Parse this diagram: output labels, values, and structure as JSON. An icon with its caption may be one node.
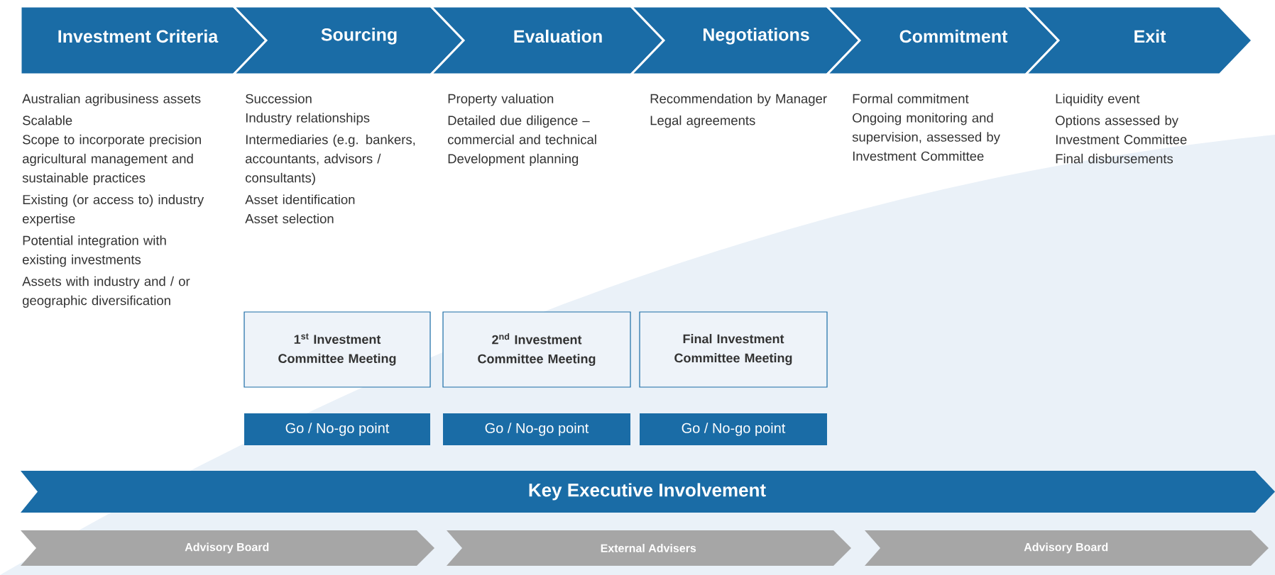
{
  "diagram": {
    "nodes": [
      {
        "text": [
          "Investment Criteria"
        ],
        "beside": [
          "Australian agribusiness assets",
          "Scalable",
          "Scope to incorporate precision agricultural management and sustainable practices",
          "Existing (or access to) industry expertise",
          "Potential integration with existing investments",
          "Assets with industry and / or geographic diversification"
        ]
      },
      {
        "text": [
          "Sourcing"
        ],
        "beside": [
          "Succession",
          "Industry relationships",
          "Intermediaries (e.g. bankers, accountants, advisors / consultants)",
          "Asset identification",
          "Asset selection"
        ]
      },
      {
        "text": [
          "Evaluation"
        ],
        "beside": [
          "Property valuation",
          "Detailed due diligence – commercial and technical",
          "Development planning"
        ]
      },
      {
        "text": [
          "Negotiations"
        ],
        "beside": [
          "Recommendation by Manager",
          "Legal agreements"
        ]
      },
      {
        "text": [
          "Commitment"
        ],
        "beside": [
          "Formal commitment",
          "Ongoing monitoring and supervision, assessed by Investment Committee"
        ]
      },
      {
        "text": [
          "Exit"
        ],
        "beside": [
          "Liquidity event",
          "Options assessed by Investment Committee",
          "Final disbursements"
        ]
      },
      {
        "text": [
          "1$^{st}$ Investment Committee Meeting"
        ]
      },
      {
        "text": [
          "2$^{nd}$ Investment Committee Meeting"
        ]
      },
      {
        "text": [
          "Final Investment Committee Meeting"
        ]
      },
      {
        "text": [
          "Go / No-go point"
        ]
      },
      {
        "text": [
          "Go / No-go point"
        ]
      },
      {
        "text": [
          "Go / No-go point"
        ]
      },
      {
        "text": [
          "Key Executive Involvement"
        ]
      },
      {
        "text": [
          "Advisory Board"
        ]
      },
      {
        "text": [
          "External Advisers"
        ]
      },
      {
        "text": [
          "Advisory Board"
        ]
      }
    ],
    "edges": []
  }
}
